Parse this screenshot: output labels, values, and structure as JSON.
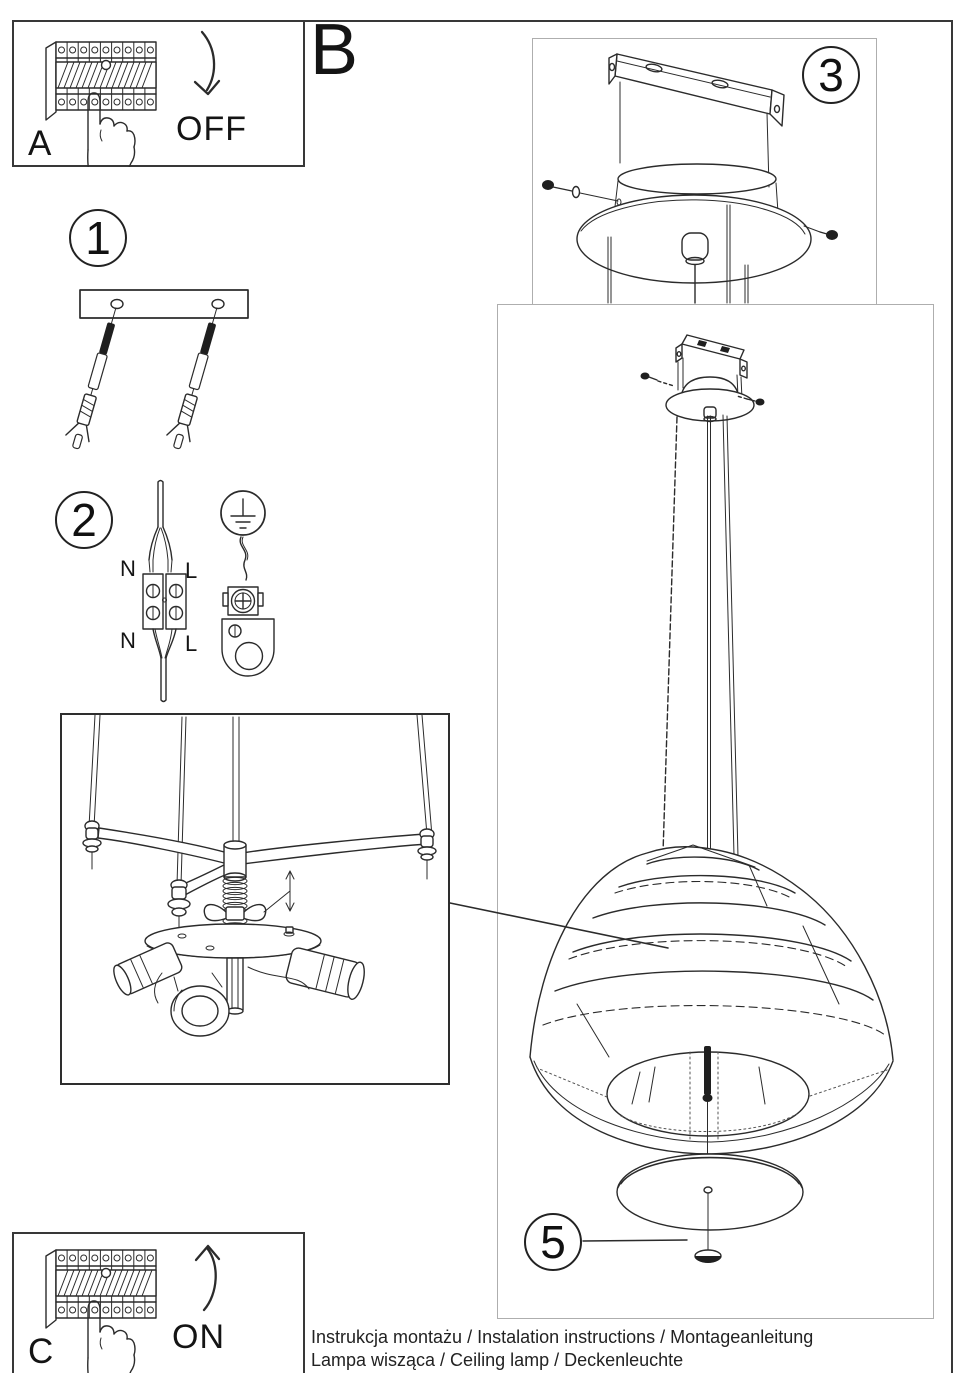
{
  "sections": {
    "a": {
      "label": "A",
      "action": "OFF"
    },
    "b": {
      "label": "B"
    },
    "c": {
      "label": "C",
      "action": "ON"
    }
  },
  "steps": {
    "s1": "1",
    "s2": "2",
    "s3": "3",
    "s5": "5"
  },
  "wiring_labels": {
    "n_top": "N",
    "l_top": "L",
    "n_bottom": "N",
    "l_bottom": "L"
  },
  "footer": {
    "line1": "Instrukcja montażu / Instalation instructions / Montageanleitung",
    "line2": "Lampa wisząca / Ceiling lamp / Deckenleuchte"
  },
  "icons": {
    "breaker_panel": "circuit-breaker-panel",
    "pressing_hand": "pressing-hand",
    "off_arrow": "curved-arrow-down",
    "on_arrow": "curved-arrow-up",
    "earth_symbol": "earth-ground-symbol",
    "wall_anchor": "screw-with-wall-plug",
    "terminal_block": "terminal-block",
    "earth_clamp": "earth-clamp",
    "bracket": "ceiling-bracket",
    "canopy": "ceiling-canopy",
    "lampshade": "dome-lampshade",
    "diffuser": "diffuser-disc",
    "holder_assembly": "three-lamp-holder-assembly"
  },
  "colors": {
    "line": "#2b2b2b",
    "frame_dark": "#383838",
    "frame_light": "#aeaeae",
    "paper": "#ffffff"
  }
}
